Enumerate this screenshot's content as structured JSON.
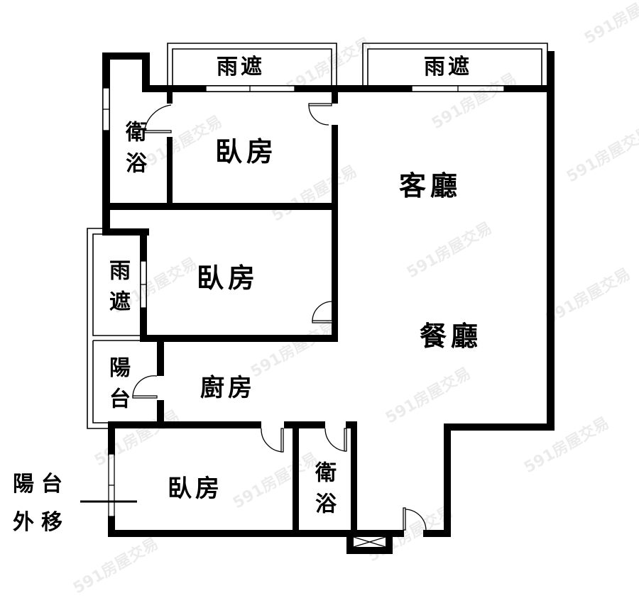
{
  "plan": {
    "rooms": [
      {
        "id": "canopy-top-left",
        "label": "雨遮"
      },
      {
        "id": "canopy-top-right",
        "label": "雨遮"
      },
      {
        "id": "bathroom-top",
        "label": "衛浴"
      },
      {
        "id": "bedroom-1",
        "label": "臥房"
      },
      {
        "id": "living-room",
        "label": "客廳"
      },
      {
        "id": "canopy-left",
        "label": "雨遮"
      },
      {
        "id": "bedroom-2",
        "label": "臥房"
      },
      {
        "id": "dining-room",
        "label": "餐廳"
      },
      {
        "id": "balcony",
        "label": "陽台"
      },
      {
        "id": "kitchen",
        "label": "廚房"
      },
      {
        "id": "bedroom-3",
        "label": "臥房"
      },
      {
        "id": "bathroom-bottom",
        "label": "衛浴"
      }
    ],
    "annotation": {
      "line1": "陽台",
      "line2": "外移"
    },
    "watermark": "591房屋交易",
    "colors": {
      "wall": "#000000",
      "background": "#ffffff"
    }
  }
}
